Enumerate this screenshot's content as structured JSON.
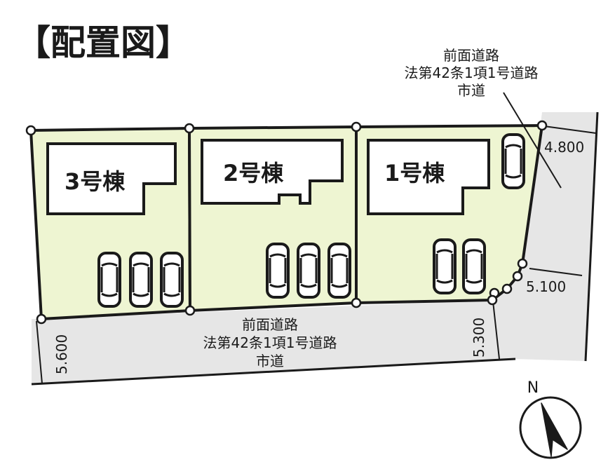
{
  "title": "【配置図】",
  "buildings": [
    {
      "label": "3号棟"
    },
    {
      "label": "2号棟"
    },
    {
      "label": "1号棟"
    }
  ],
  "roads": {
    "right": {
      "line1": "前面道路",
      "line2": "法第42条1項1号道路",
      "line3": "市道"
    },
    "bottom": {
      "line1": "前面道路",
      "line2": "法第42条1項1号道路",
      "line3": "市道"
    }
  },
  "dimensions": {
    "right_top": "4.800",
    "right_mid": "5.100",
    "corner": "5.300",
    "left_bottom": "5.600"
  },
  "compass": {
    "label": "N"
  },
  "colors": {
    "lot_fill": "#eef5d2",
    "road_fill": "#e6e6e6",
    "line": "#1a1a1a"
  }
}
